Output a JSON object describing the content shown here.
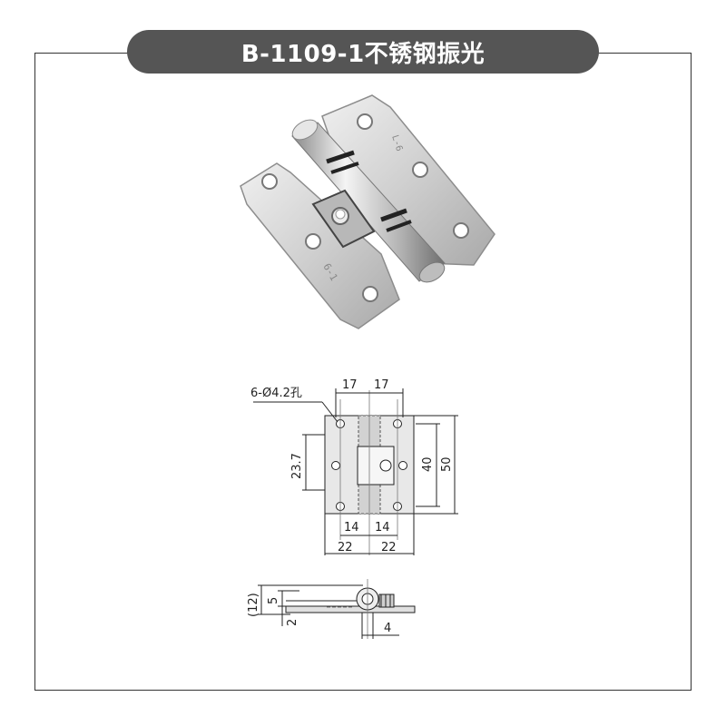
{
  "title": "B-1109-1不锈钢振光",
  "product_markings": {
    "right_leaf": "L-6",
    "left_leaf": "6-1"
  },
  "front_view": {
    "hole_label": "6-Ø4.2孔",
    "dims": {
      "top_left": "17",
      "top_right": "17",
      "height_inner": "40",
      "height_outer": "50",
      "left_height": "23.7",
      "hole_pitch_left": "14",
      "hole_pitch_right": "14",
      "width_left": "22",
      "width_right": "22"
    }
  },
  "side_view": {
    "dims": {
      "overall": "(12)",
      "five": "5",
      "two": "2",
      "four": "4"
    }
  },
  "colors": {
    "title_bg": "#555555",
    "title_text": "#ffffff",
    "frame": "#333333"
  }
}
